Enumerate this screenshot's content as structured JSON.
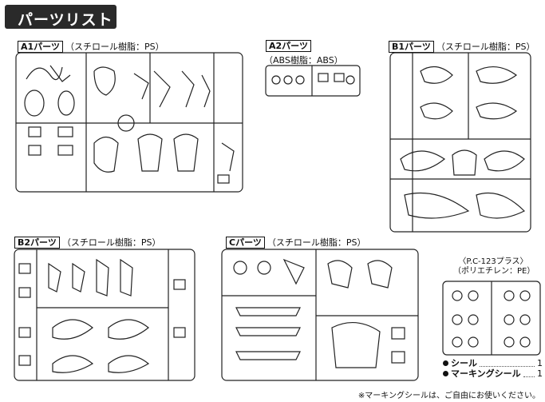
{
  "page_title": "パーツリスト",
  "sections": {
    "a1": {
      "tag": "A1パーツ",
      "material": "（スチロール樹脂：PS）"
    },
    "a2": {
      "tag": "A2パーツ",
      "material": "（ABS樹脂：ABS）"
    },
    "b1": {
      "tag": "B1パーツ",
      "material": "（スチロール樹脂：PS）"
    },
    "b2": {
      "tag": "B2パーツ",
      "material": "（スチロール樹脂：PS）"
    },
    "c": {
      "tag": "Cパーツ",
      "material": "（スチロール樹脂：PS）"
    },
    "pc": {
      "title": "〈P.C-123プラス〉",
      "material": "（ポリエチレン：PE）"
    }
  },
  "legend": [
    {
      "label": "シール",
      "count": "1"
    },
    {
      "label": "マーキングシール",
      "count": "1"
    }
  ],
  "footnote": "※マーキングシールは、ご自由にお使いください。"
}
